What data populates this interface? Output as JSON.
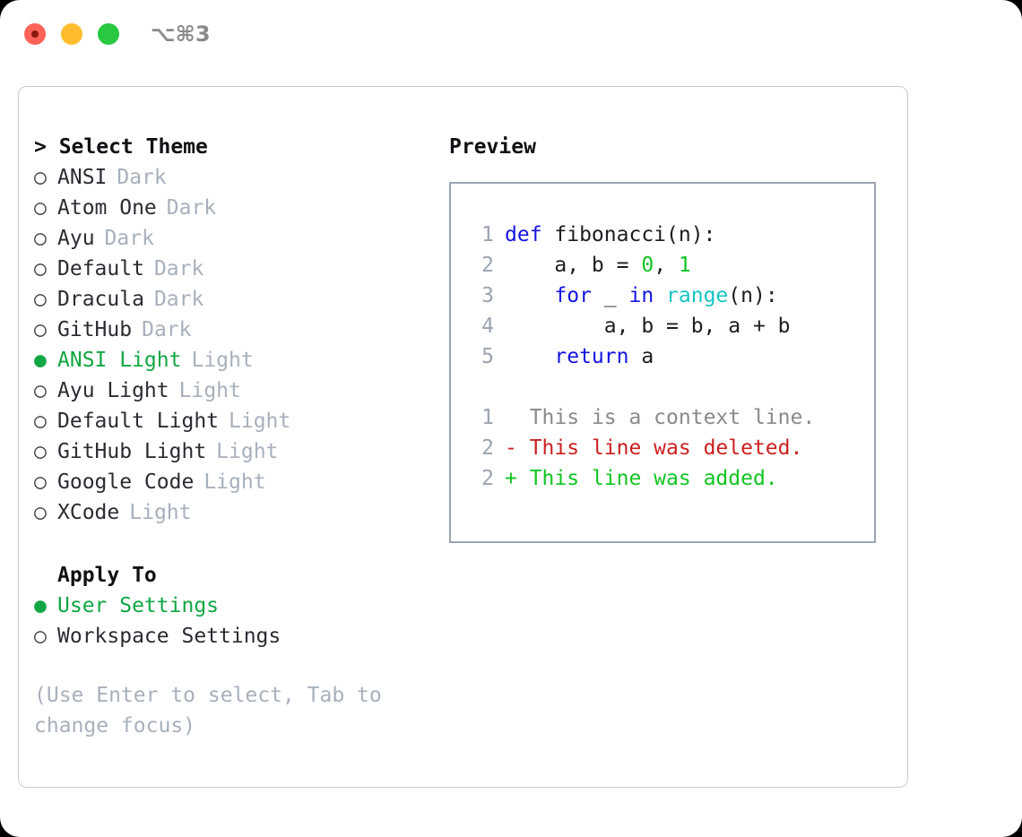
{
  "titlebar": {
    "shortcut": "⌥⌘3",
    "lights": [
      {
        "name": "close",
        "color": "#ff6259"
      },
      {
        "name": "minimize",
        "color": "#ffbd2e"
      },
      {
        "name": "maximize",
        "color": "#28c840"
      }
    ]
  },
  "theme_section": {
    "header": "> Select Theme",
    "items": [
      {
        "bullet": "○",
        "name": "ANSI",
        "tag": "Dark",
        "selected": false
      },
      {
        "bullet": "○",
        "name": "Atom One",
        "tag": "Dark",
        "selected": false
      },
      {
        "bullet": "○",
        "name": "Ayu",
        "tag": "Dark",
        "selected": false
      },
      {
        "bullet": "○",
        "name": "Default",
        "tag": "Dark",
        "selected": false
      },
      {
        "bullet": "○",
        "name": "Dracula",
        "tag": "Dark",
        "selected": false
      },
      {
        "bullet": "○",
        "name": "GitHub",
        "tag": "Dark",
        "selected": false
      },
      {
        "bullet": "●",
        "name": "ANSI Light",
        "tag": "Light",
        "selected": true
      },
      {
        "bullet": "○",
        "name": "Ayu Light",
        "tag": "Light",
        "selected": false
      },
      {
        "bullet": "○",
        "name": "Default Light",
        "tag": "Light",
        "selected": false
      },
      {
        "bullet": "○",
        "name": "GitHub Light",
        "tag": "Light",
        "selected": false
      },
      {
        "bullet": "○",
        "name": "Google Code",
        "tag": "Light",
        "selected": false
      },
      {
        "bullet": "○",
        "name": "XCode",
        "tag": "Light",
        "selected": false
      }
    ]
  },
  "apply_section": {
    "label": "Apply To",
    "items": [
      {
        "bullet": "●",
        "name": "User Settings",
        "selected": true
      },
      {
        "bullet": "○",
        "name": "Workspace Settings",
        "selected": false
      }
    ]
  },
  "hint": "(Use Enter to select, Tab to change focus)",
  "preview": {
    "title": "Preview",
    "code_lines": [
      {
        "num": "1",
        "tokens": [
          {
            "t": "def",
            "c": "kw"
          },
          {
            "t": " fibonacci(n):",
            "c": "code-txt"
          }
        ]
      },
      {
        "num": "2",
        "tokens": [
          {
            "t": "    a, b = ",
            "c": "code-txt"
          },
          {
            "t": "0",
            "c": "num"
          },
          {
            "t": ", ",
            "c": "code-txt"
          },
          {
            "t": "1",
            "c": "num"
          }
        ]
      },
      {
        "num": "3",
        "tokens": [
          {
            "t": "    ",
            "c": "code-txt"
          },
          {
            "t": "for",
            "c": "kw"
          },
          {
            "t": " _ ",
            "c": "code-txt"
          },
          {
            "t": "in",
            "c": "kw"
          },
          {
            "t": " ",
            "c": "code-txt"
          },
          {
            "t": "range",
            "c": "fn"
          },
          {
            "t": "(n):",
            "c": "code-txt"
          }
        ]
      },
      {
        "num": "4",
        "tokens": [
          {
            "t": "        a, b = b, a + b",
            "c": "code-txt"
          }
        ]
      },
      {
        "num": "5",
        "tokens": [
          {
            "t": "    ",
            "c": "code-txt"
          },
          {
            "t": "return",
            "c": "kw"
          },
          {
            "t": " a",
            "c": "code-txt"
          }
        ]
      }
    ],
    "diff_lines": [
      {
        "num": "1",
        "marker": "  ",
        "text": "This is a context line.",
        "cls": "diff-ctx"
      },
      {
        "num": "2",
        "marker": "- ",
        "text": "This line was deleted.",
        "cls": "diff-del"
      },
      {
        "num": "2",
        "marker": "+ ",
        "text": "This line was added.",
        "cls": "diff-add"
      }
    ]
  },
  "colors": {
    "accent_green": "#11a642",
    "keyword_blue": "#1414e0",
    "function_cyan": "#18c4c4",
    "number_green": "#12c422",
    "diff_delete_red": "#cc2020",
    "diff_add_green": "#12c422",
    "muted_gray": "#a8b0bd",
    "panel_border": "#c3c9d3",
    "preview_border": "#9aa5b4"
  }
}
